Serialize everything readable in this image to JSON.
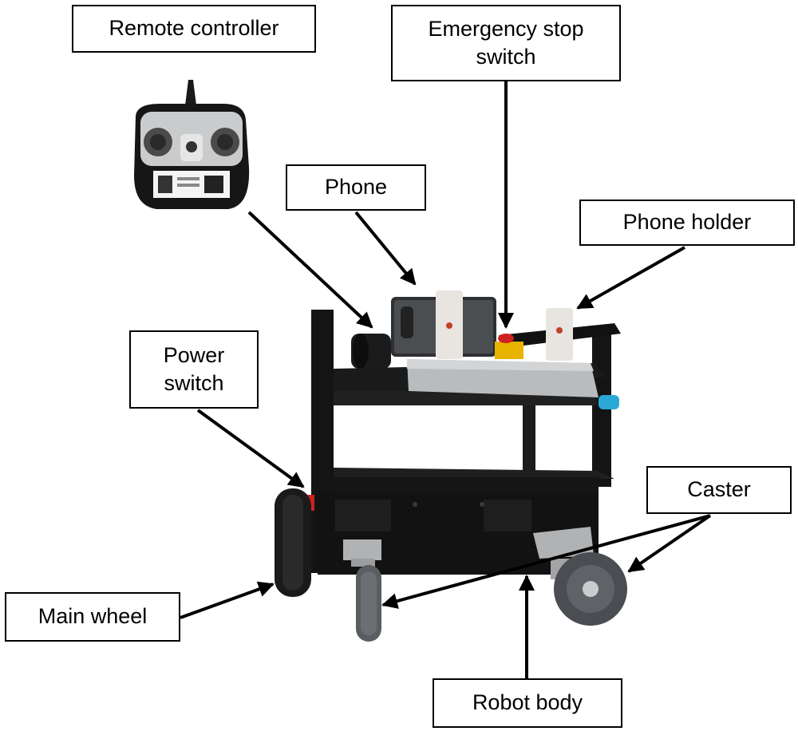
{
  "labels": {
    "remote_controller": "Remote controller",
    "emergency_stop_line1": "Emergency stop",
    "emergency_stop_line2": "switch",
    "phone": "Phone",
    "phone_holder": "Phone holder",
    "power_switch_line1": "Power",
    "power_switch_line2": "switch",
    "caster": "Caster",
    "main_wheel": "Main wheel",
    "robot_body": "Robot body"
  },
  "colors": {
    "frame": "#121212",
    "tray": "#b9bcbf",
    "phone_holder": "#e8e4e0",
    "estop_red": "#d02020",
    "estop_yellow": "#e8b400",
    "caster_bracket": "#b0b2b4",
    "wheel_grey": "#5a5d61",
    "caster_tag": "#2aa9d6"
  }
}
